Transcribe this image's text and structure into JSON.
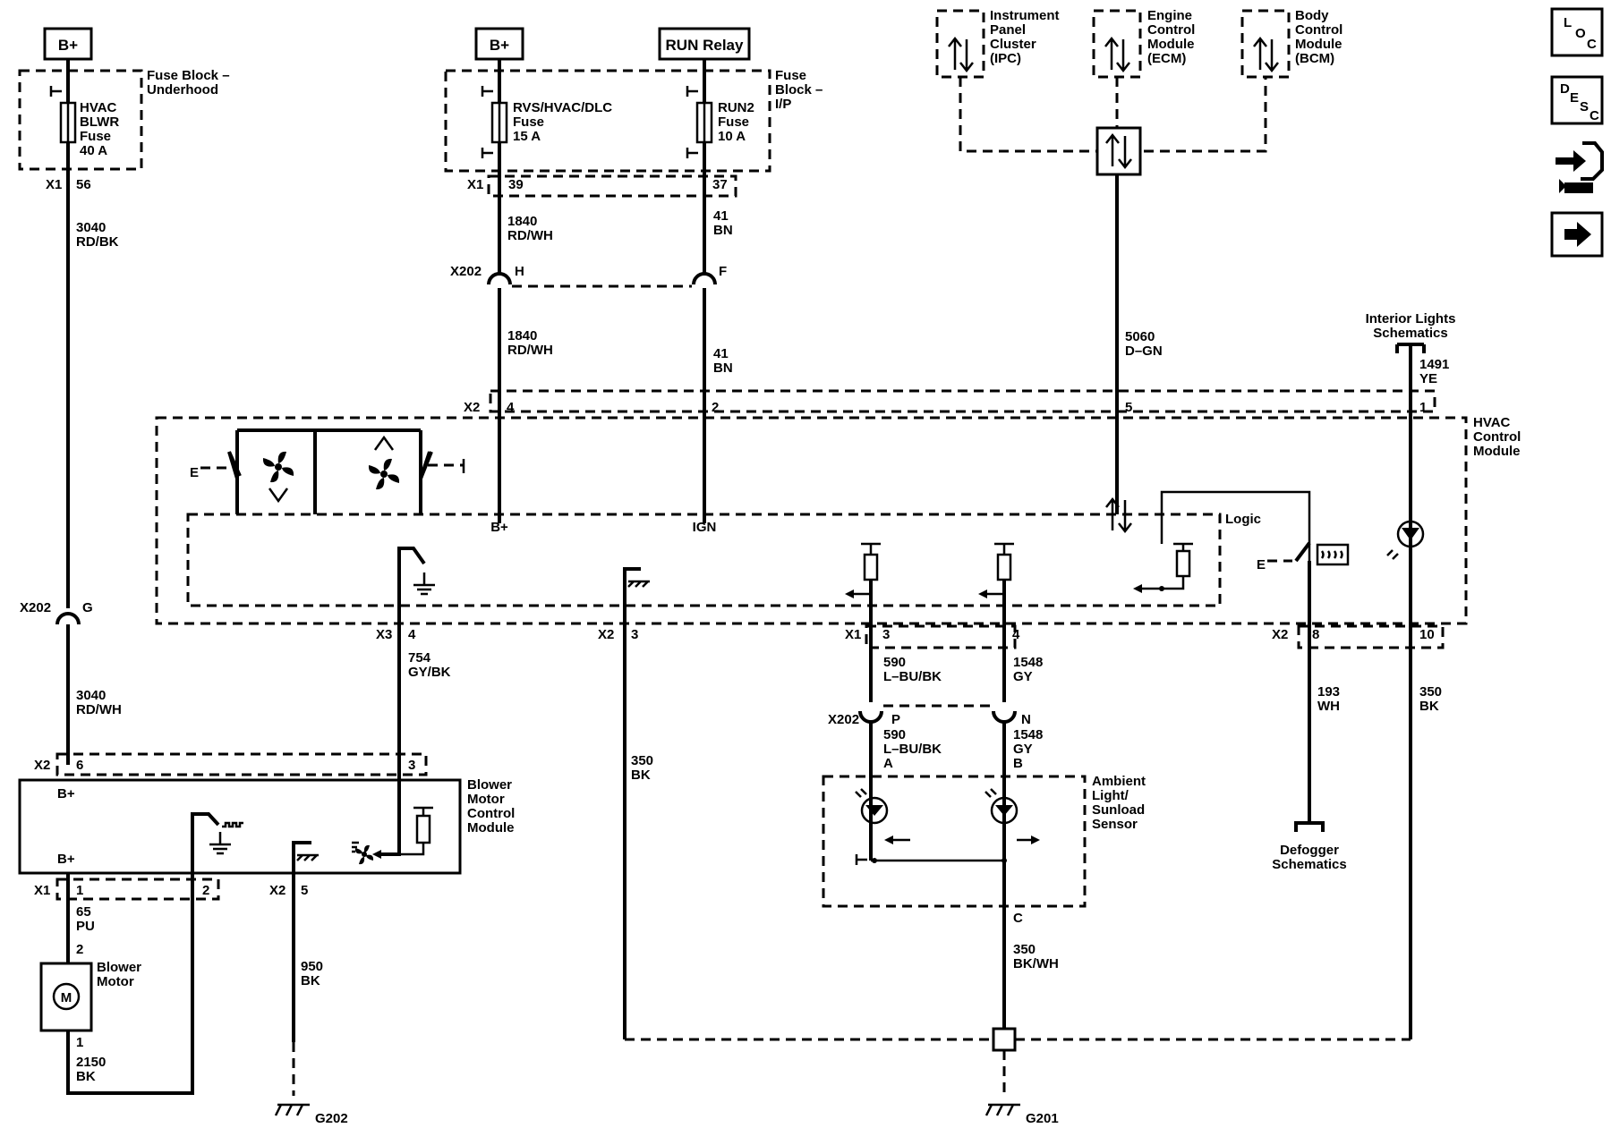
{
  "labels": {
    "b_plus": "B+",
    "run_relay": "RUN Relay",
    "fuse_block_underhood_1": "Fuse Block –",
    "fuse_block_underhood_2": "Underhood",
    "fuse_block_ip_1": "Fuse",
    "fuse_block_ip_2": "Block –",
    "fuse_block_ip_3": "I/P",
    "fuse_hvac_1": "HVAC",
    "fuse_hvac_2": "BLWR",
    "fuse_hvac_3": "Fuse",
    "fuse_hvac_4": "40 A",
    "fuse_rvs_1": "RVS/HVAC/DLC",
    "fuse_rvs_2": "Fuse",
    "fuse_rvs_3": "15 A",
    "fuse_run2_1": "RUN2",
    "fuse_run2_2": "Fuse",
    "fuse_run2_3": "10 A",
    "ipc_1": "Instrument",
    "ipc_2": "Panel",
    "ipc_3": "Cluster",
    "ipc_4": "(IPC)",
    "ecm_1": "Engine",
    "ecm_2": "Control",
    "ecm_3": "Module",
    "ecm_4": "(ECM)",
    "bcm_1": "Body",
    "bcm_2": "Control",
    "bcm_3": "Module",
    "bcm_4": "(BCM)",
    "x1": "X1",
    "x2": "X2",
    "x3": "X3",
    "x202": "X202",
    "p56": "56",
    "p39": "39",
    "p37": "37",
    "pH": "H",
    "pF": "F",
    "pG": "G",
    "p4": "4",
    "p2": "2",
    "p5": "5",
    "p1": "1",
    "p3": "3",
    "p6": "6",
    "p8": "8",
    "p10": "10",
    "pP": "P",
    "pN": "N",
    "pA": "A",
    "pB": "B",
    "pC": "C",
    "w3040": "3040",
    "rdbk": "RD/BK",
    "rdwh": "RD/WH",
    "w1840": "1840",
    "w41": "41",
    "bn": "BN",
    "w5060": "5060",
    "dgn": "D–GN",
    "interior_1": "Interior Lights",
    "interior_2": "Schematics",
    "w1491": "1491",
    "ye": "YE",
    "hvac_1": "HVAC",
    "hvac_2": "Control",
    "hvac_3": "Module",
    "ign": "IGN",
    "logic": "Logic",
    "w754": "754",
    "gybk": "GY/BK",
    "w350": "350",
    "bk": "BK",
    "w590": "590",
    "lbubk": "L–BU/BK",
    "w1548": "1548",
    "gy": "GY",
    "w193": "193",
    "wh": "WH",
    "defog_1": "Defogger",
    "defog_2": "Schematics",
    "bmcm_1": "Blower",
    "bmcm_2": "Motor",
    "bmcm_3": "Control",
    "bmcm_4": "Module",
    "ambient_1": "Ambient",
    "ambient_2": "Light/",
    "ambient_3": "Sunload",
    "ambient_4": "Sensor",
    "w65": "65",
    "pu": "PU",
    "blower_motor_1": "Blower",
    "blower_motor_2": "Motor",
    "motor_m": "M",
    "w2150": "2150",
    "w950": "950",
    "bkwh": "BK/WH",
    "g202": "G202",
    "g201": "G201",
    "e": "E"
  },
  "nav": {
    "loc_l": "L",
    "loc_o": "O",
    "loc_c": "C",
    "desc_d": "D",
    "desc_e": "E",
    "desc_s": "S",
    "desc_c": "C",
    "connector_icon": "connector-icon",
    "next_icon": "right-arrow-icon"
  }
}
